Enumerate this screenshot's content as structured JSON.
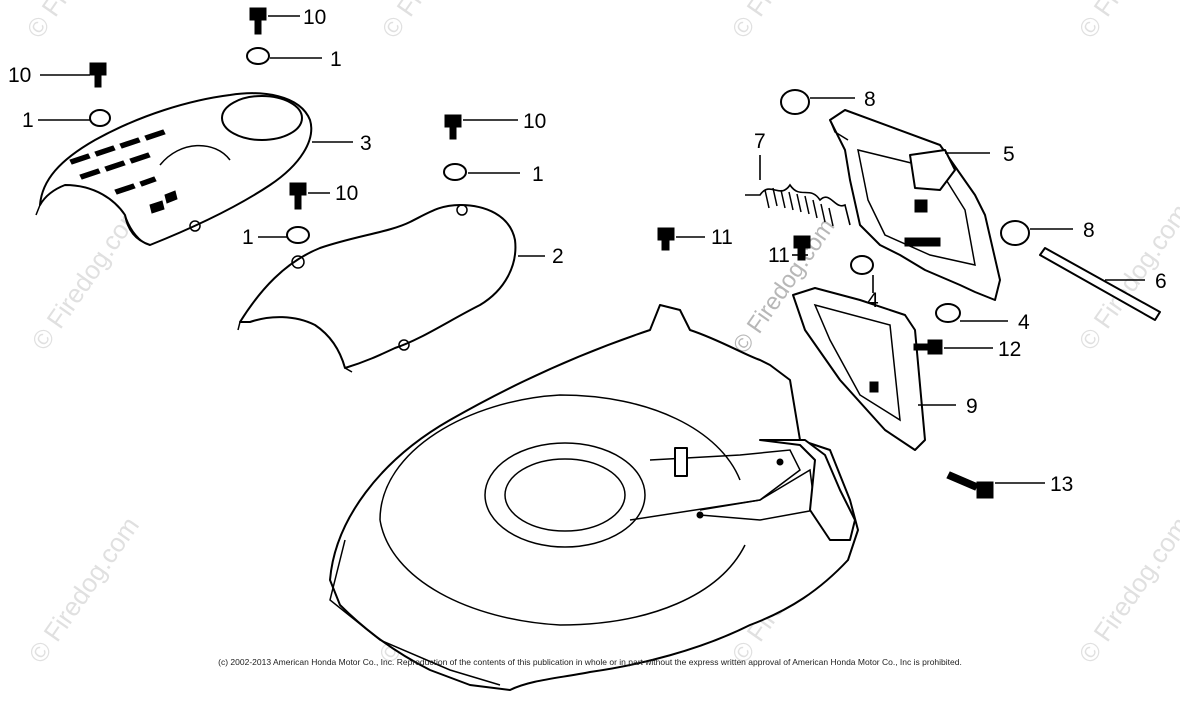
{
  "callouts": [
    "10",
    "1",
    "10",
    "1",
    "3",
    "10",
    "1",
    "10",
    "1",
    "2",
    "11",
    "11",
    "7",
    "8",
    "5",
    "8",
    "6",
    "4",
    "4",
    "12",
    "9",
    "13"
  ],
  "watermark": "© Firedog.com",
  "copyright": "(c) 2002-2013 American Honda Motor Co., Inc. Reproduction of the contents of this publication in whole or in part without the express written approval of American Honda Motor Co., Inc is prohibited.",
  "colors": {
    "line": "#000000",
    "background": "#ffffff",
    "watermark": "#c8c8c8"
  }
}
